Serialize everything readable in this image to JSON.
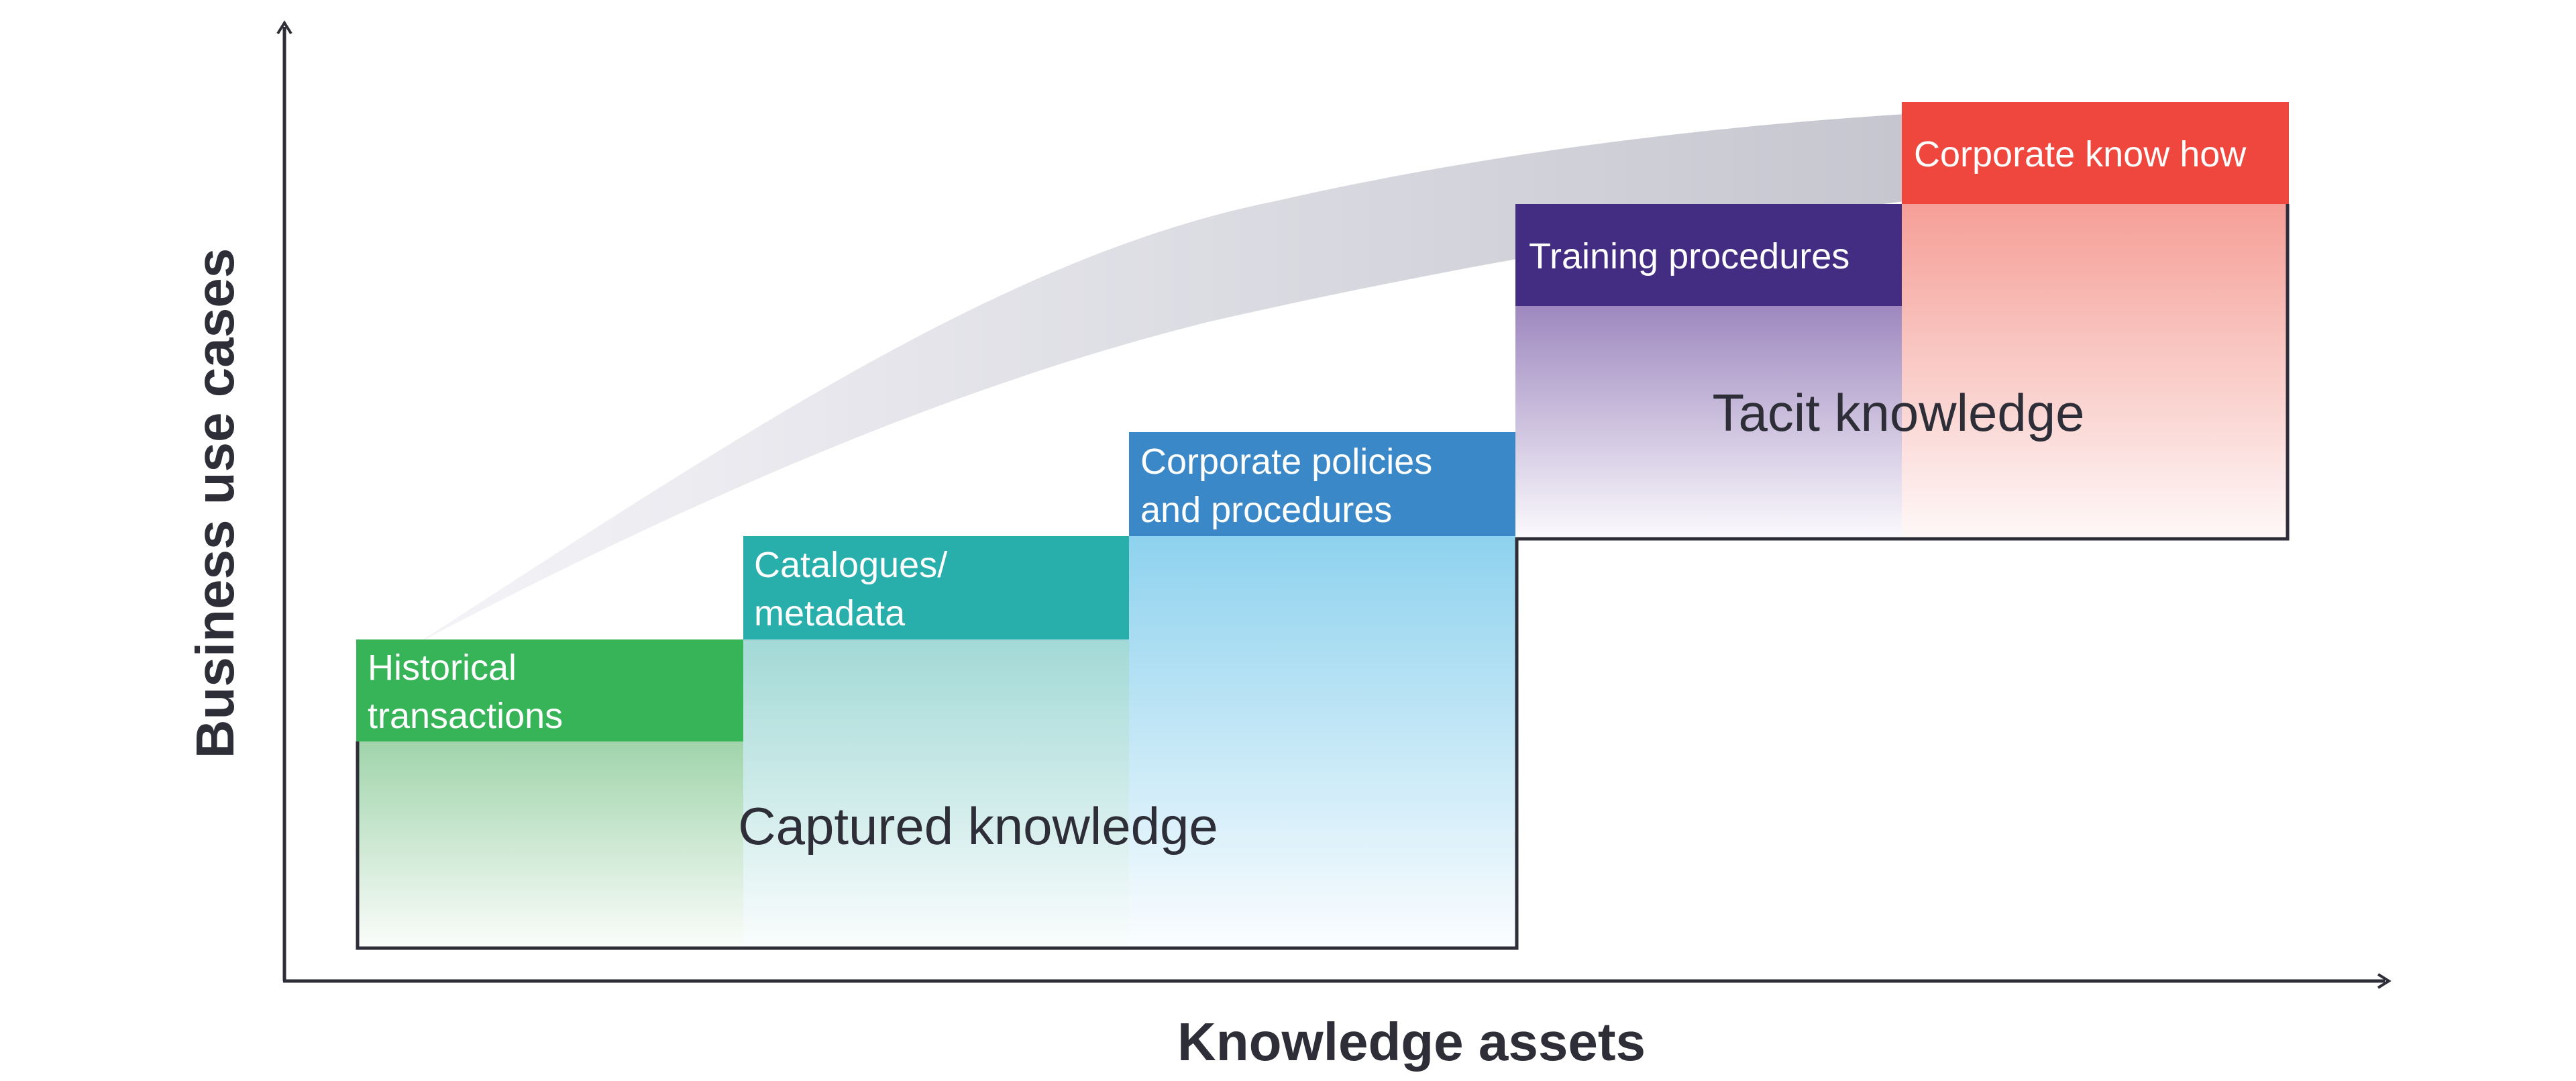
{
  "axes": {
    "y_label": "Business use cases",
    "x_label": "Knowledge assets"
  },
  "steps": [
    {
      "label_lines": [
        "Historical",
        "transactions"
      ],
      "color": "#36b457"
    },
    {
      "label_lines": [
        "Catalogues/",
        "metadata"
      ],
      "color": "#28aeab"
    },
    {
      "label_lines": [
        "Corporate policies",
        "and procedures"
      ],
      "color": "#3a88c8"
    },
    {
      "label_lines": [
        "Training procedures"
      ],
      "color": "#422d83"
    },
    {
      "label_lines": [
        "Corporate know how"
      ],
      "color": "#ef473d"
    }
  ],
  "groups": {
    "captured": "Captured knowledge",
    "tacit": "Tacit knowledge"
  },
  "colors": {
    "axis": "#2e2e38",
    "swoosh": "#c6c6d0"
  }
}
